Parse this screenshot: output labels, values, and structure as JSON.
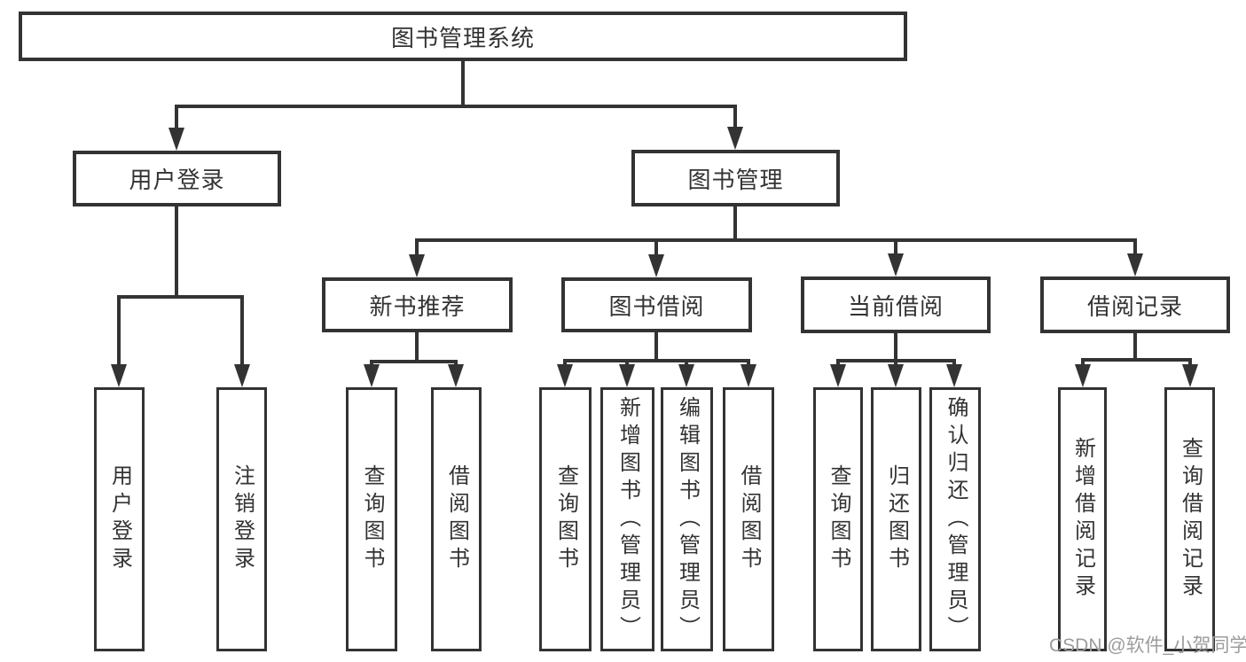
{
  "tree": {
    "root": "图书管理系统",
    "children": [
      {
        "label": "用户登录",
        "children": [
          {
            "label": "用户登录"
          },
          {
            "label": "注销登录"
          }
        ]
      },
      {
        "label": "图书管理",
        "children": [
          {
            "label": "新书推荐",
            "children": [
              {
                "label": "查询图书"
              },
              {
                "label": "借阅图书"
              }
            ]
          },
          {
            "label": "图书借阅",
            "children": [
              {
                "label": "查询图书"
              },
              {
                "label": "新增图书（管理员）"
              },
              {
                "label": "编辑图书（管理员）"
              },
              {
                "label": "借阅图书"
              }
            ]
          },
          {
            "label": "当前借阅",
            "children": [
              {
                "label": "查询图书"
              },
              {
                "label": "归还图书"
              },
              {
                "label": "确认归还（管理员）"
              }
            ]
          },
          {
            "label": "借阅记录",
            "children": [
              {
                "label": "新增借阅记录"
              },
              {
                "label": "查询借阅记录"
              }
            ]
          }
        ]
      }
    ]
  },
  "watermark": {
    "text": "CSDN @软件_小贺同学"
  },
  "colors": {
    "line": "#333333",
    "text": "#333333",
    "watermark": "#9c9c9c",
    "background": "#ffffff"
  }
}
